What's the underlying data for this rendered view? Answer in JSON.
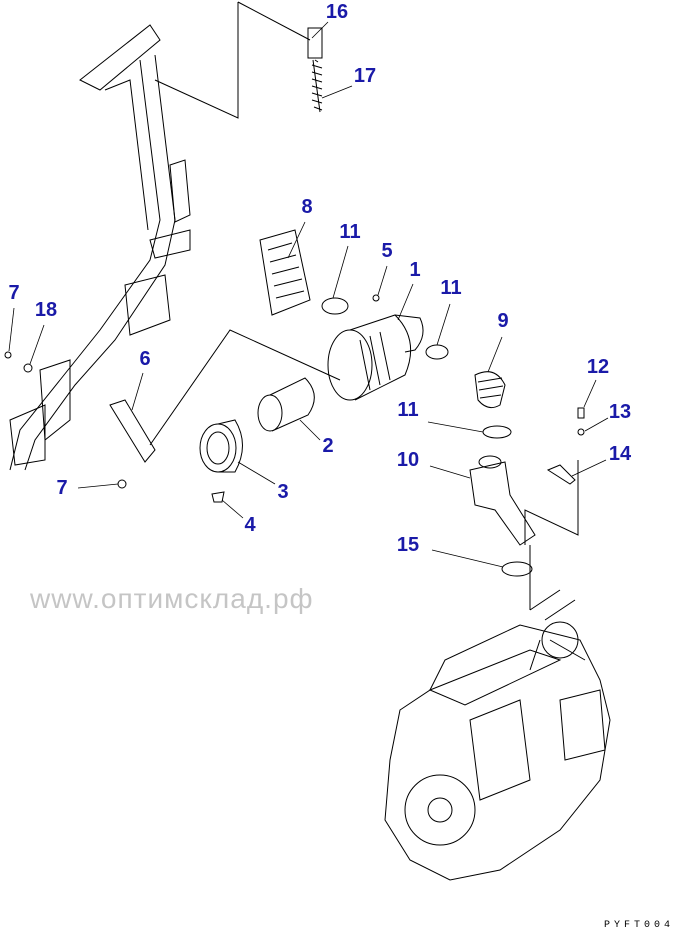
{
  "diagram": {
    "callouts": [
      {
        "id": "c16",
        "label": "16"
      },
      {
        "id": "c17",
        "label": "17"
      },
      {
        "id": "c8",
        "label": "8"
      },
      {
        "id": "c11a",
        "label": "11"
      },
      {
        "id": "c5",
        "label": "5"
      },
      {
        "id": "c1",
        "label": "1"
      },
      {
        "id": "c11b",
        "label": "11"
      },
      {
        "id": "c9",
        "label": "9"
      },
      {
        "id": "c7a",
        "label": "7"
      },
      {
        "id": "c18",
        "label": "18"
      },
      {
        "id": "c6",
        "label": "6"
      },
      {
        "id": "c2",
        "label": "2"
      },
      {
        "id": "c11c",
        "label": "11"
      },
      {
        "id": "c10",
        "label": "10"
      },
      {
        "id": "c12",
        "label": "12"
      },
      {
        "id": "c13",
        "label": "13"
      },
      {
        "id": "c14",
        "label": "14"
      },
      {
        "id": "c3",
        "label": "3"
      },
      {
        "id": "c7b",
        "label": "7"
      },
      {
        "id": "c4",
        "label": "4"
      },
      {
        "id": "c15",
        "label": "15"
      }
    ],
    "drawing_code": "PYFT004",
    "watermark": "www.оптимсклад.рф",
    "label_color": "#1a1aa8"
  }
}
